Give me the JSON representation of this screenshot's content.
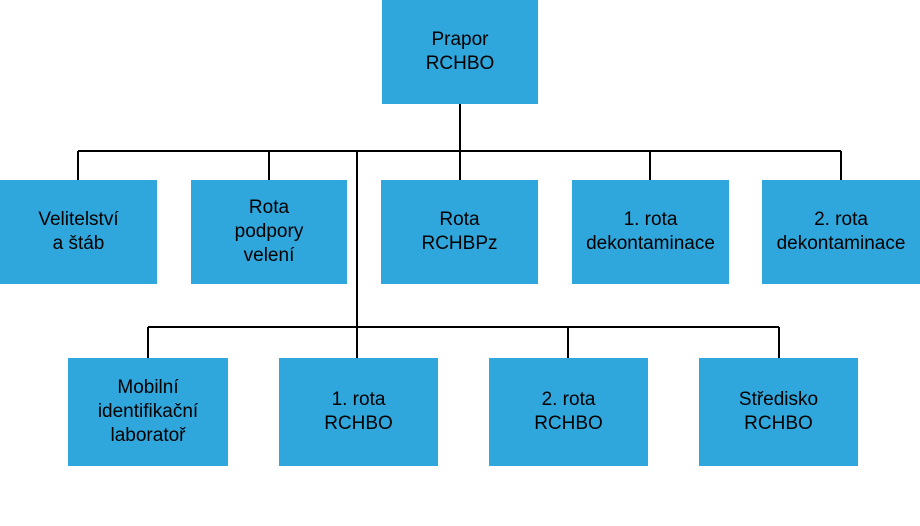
{
  "colors": {
    "box": "#2fa6dc",
    "line": "#000000",
    "text": "#000000"
  },
  "root": {
    "label": "Prapor\nRCHBO"
  },
  "row1": [
    {
      "label": "Velitelství\na štáb"
    },
    {
      "label": "Rota\npodpory\nvelení"
    },
    {
      "label": "Rota\nRCHBPz"
    },
    {
      "label": "1. rota\ndekontaminace"
    },
    {
      "label": "2. rota\ndekontaminace"
    }
  ],
  "row2": [
    {
      "label": "Mobilní\nidentifikační\nlaboratoř"
    },
    {
      "label": "1. rota\nRCHBO"
    },
    {
      "label": "2. rota\nRCHBO"
    },
    {
      "label": "Středisko\nRCHBO"
    }
  ]
}
